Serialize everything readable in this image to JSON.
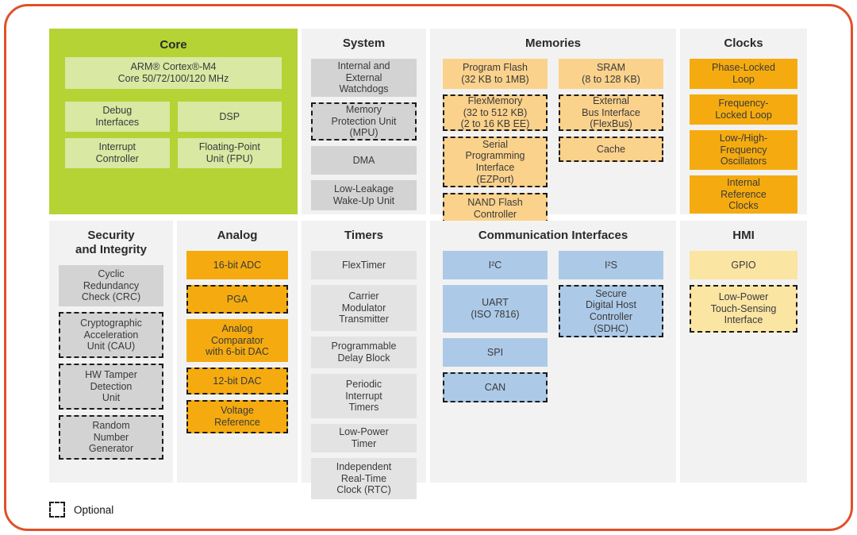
{
  "legend": {
    "label": "Optional"
  },
  "colors": {
    "frame_border": "#E0512A",
    "core_background": "#B5D334",
    "core_block": "#D9E8A3",
    "section_background": "#F2F2F2",
    "gray_block_dark": "#D3D3D3",
    "gray_block_light": "#E3E3E3",
    "orange_block": "#F5AB0F",
    "light_orange_block": "#FBD28C",
    "blue_block": "#ACCAE8",
    "pale_yellow_block": "#FBE5A3",
    "dashed_border": "#1B1B1B",
    "text": "#3A3A3A"
  },
  "sections": {
    "core": {
      "title": "Core",
      "blocks": [
        {
          "text": "ARM® Cortex®-M4\nCore 50/72/100/120 MHz",
          "optional": false
        },
        {
          "text": "Debug\nInterfaces",
          "optional": false
        },
        {
          "text": "DSP",
          "optional": false
        },
        {
          "text": "Interrupt\nController",
          "optional": false
        },
        {
          "text": "Floating-Point\nUnit (FPU)",
          "optional": false
        }
      ]
    },
    "system": {
      "title": "System",
      "blocks": [
        {
          "text": "Internal and\nExternal\nWatchdogs",
          "optional": false
        },
        {
          "text": "Memory\nProtection Unit\n(MPU)",
          "optional": true
        },
        {
          "text": "DMA",
          "optional": false
        },
        {
          "text": "Low-Leakage\nWake-Up Unit",
          "optional": false
        }
      ]
    },
    "memories": {
      "title": "Memories",
      "col1": [
        {
          "text": "Program Flash\n(32 KB to 1MB)",
          "optional": false
        },
        {
          "text": "FlexMemory\n(32 to 512 KB)\n(2 to 16 KB EE)",
          "optional": true
        },
        {
          "text": "Serial\nProgramming\nInterface\n(EZPort)",
          "optional": true
        },
        {
          "text": "NAND Flash\nController",
          "optional": true
        }
      ],
      "col2": [
        {
          "text": "SRAM\n(8 to 128 KB)",
          "optional": false
        },
        {
          "text": "External\nBus Interface\n(FlexBus)",
          "optional": true
        },
        {
          "text": "Cache",
          "optional": true
        }
      ]
    },
    "clocks": {
      "title": "Clocks",
      "blocks": [
        {
          "text": "Phase-Locked\nLoop",
          "optional": false
        },
        {
          "text": "Frequency-\nLocked Loop",
          "optional": false
        },
        {
          "text": "Low-/High-\nFrequency\nOscillators",
          "optional": false
        },
        {
          "text": "Internal\nReference\nClocks",
          "optional": false
        }
      ]
    },
    "security": {
      "title": "Security\nand Integrity",
      "blocks": [
        {
          "text": "Cyclic\nRedundancy\nCheck (CRC)",
          "optional": false
        },
        {
          "text": "Cryptographic\nAcceleration\nUnit (CAU)",
          "optional": true
        },
        {
          "text": "HW Tamper\nDetection\nUnit",
          "optional": true
        },
        {
          "text": "Random\nNumber\nGenerator",
          "optional": true
        }
      ]
    },
    "analog": {
      "title": "Analog",
      "blocks": [
        {
          "text": "16-bit ADC",
          "optional": false
        },
        {
          "text": "PGA",
          "optional": true
        },
        {
          "text": "Analog\nComparator\nwith 6-bit DAC",
          "optional": false
        },
        {
          "text": "12-bit DAC",
          "optional": true
        },
        {
          "text": "Voltage\nReference",
          "optional": true
        }
      ]
    },
    "timers": {
      "title": "Timers",
      "blocks": [
        {
          "text": "FlexTimer",
          "optional": false
        },
        {
          "text": "Carrier\nModulator\nTransmitter",
          "optional": false
        },
        {
          "text": "Programmable\nDelay Block",
          "optional": false
        },
        {
          "text": "Periodic\nInterrupt\nTimers",
          "optional": false
        },
        {
          "text": "Low-Power\nTimer",
          "optional": false
        },
        {
          "text": "Independent\nReal-Time\nClock (RTC)",
          "optional": false
        }
      ]
    },
    "comm": {
      "title": "Communication Interfaces",
      "col1": [
        {
          "text": "I²C",
          "optional": false
        },
        {
          "text": "UART\n(ISO 7816)",
          "optional": false
        },
        {
          "text": "SPI",
          "optional": false
        },
        {
          "text": "CAN",
          "optional": true
        }
      ],
      "col2": [
        {
          "text": "I²S",
          "optional": false
        },
        {
          "text": "Secure\nDigital Host\nController\n(SDHC)",
          "optional": true
        }
      ]
    },
    "hmi": {
      "title": "HMI",
      "blocks": [
        {
          "text": "GPIO",
          "optional": false
        },
        {
          "text": "Low-Power\nTouch-Sensing\nInterface",
          "optional": true
        }
      ]
    }
  }
}
